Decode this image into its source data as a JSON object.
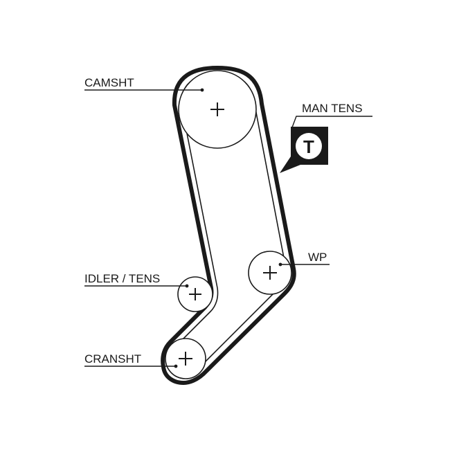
{
  "diagram": {
    "labels": {
      "camshaft": "CAMSHT",
      "manual_tensioner": "MAN TENS",
      "water_pump": "WP",
      "idler_tensioner": "IDLER / TENS",
      "crankshaft": "CRANSHT"
    },
    "tensioner_badge": {
      "letter": "T",
      "icon": "tensioner-t-badge-icon"
    },
    "colors": {
      "line": "#1a1a1a",
      "background": "#ffffff"
    }
  }
}
